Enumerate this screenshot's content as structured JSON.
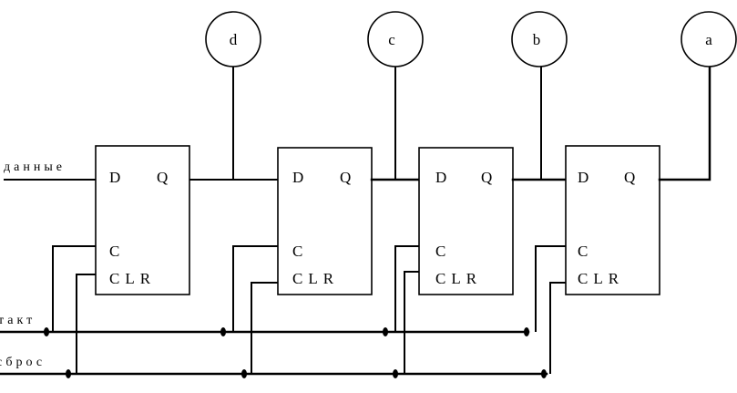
{
  "diagram": {
    "input_label": "данные",
    "clock_label": "такт",
    "reset_label": "сброс",
    "pins": {
      "d": "D",
      "q": "Q",
      "c": "C",
      "clr": "CLR"
    },
    "outputs": [
      {
        "label": "d"
      },
      {
        "label": "c"
      },
      {
        "label": "b"
      },
      {
        "label": "a"
      }
    ]
  }
}
